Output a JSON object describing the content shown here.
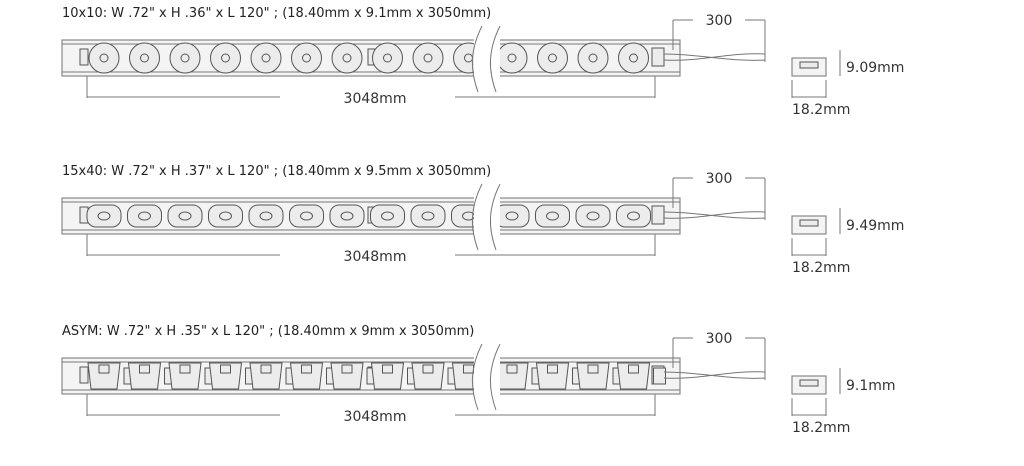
{
  "strips": [
    {
      "title": "10x10: W .72\" x H .36\" x L 120\" ; (18.40mm x 9.1mm x 3050mm)",
      "lead": "300",
      "length": "3048mm",
      "height": "9.09mm",
      "width": "18.2mm",
      "style": "round"
    },
    {
      "title": "15x40: W .72\" x H .37\" x L 120\" ; (18.40mm x 9.5mm x 3050mm)",
      "lead": "300",
      "length": "3048mm",
      "height": "9.49mm",
      "width": "18.2mm",
      "style": "oval"
    },
    {
      "title": "ASYM: W .72\" x H .35\" x L 120\" ; (18.40mm x 9mm x 3050mm)",
      "lead": "300",
      "length": "3048mm",
      "height": "9.1mm",
      "width": "18.2mm",
      "style": "asym"
    }
  ]
}
